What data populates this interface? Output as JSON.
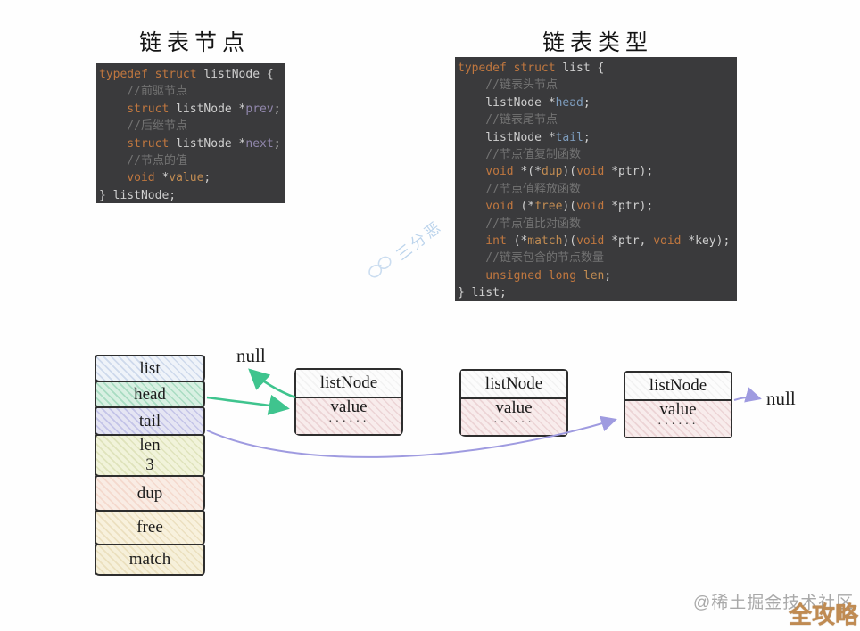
{
  "titles": {
    "left": "链表节点",
    "right": "链表类型"
  },
  "code_left": {
    "lines": [
      [
        [
          "k",
          "typedef struct"
        ],
        [
          "t",
          " listNode {"
        ]
      ],
      [
        [
          "c",
          "    //前驱节点"
        ]
      ],
      [
        [
          "k",
          "    struct"
        ],
        [
          "t",
          " listNode *"
        ],
        [
          "p",
          "prev"
        ],
        [
          "t",
          ";"
        ]
      ],
      [
        [
          "c",
          "    //后继节点"
        ]
      ],
      [
        [
          "k",
          "    struct"
        ],
        [
          "t",
          " listNode *"
        ],
        [
          "p",
          "next"
        ],
        [
          "t",
          ";"
        ]
      ],
      [
        [
          "c",
          "    //节点的值"
        ]
      ],
      [
        [
          "k",
          "    void"
        ],
        [
          "t",
          " *"
        ],
        [
          "o",
          "value"
        ],
        [
          "t",
          ";"
        ]
      ],
      [
        [
          "t",
          "} listNode;"
        ]
      ]
    ]
  },
  "code_right": {
    "lines": [
      [
        [
          "k",
          "typedef struct"
        ],
        [
          "t",
          " list {"
        ]
      ],
      [
        [
          "c",
          "    //链表头节点"
        ]
      ],
      [
        [
          "t",
          "    listNode *"
        ],
        [
          "b",
          "head"
        ],
        [
          "t",
          ";"
        ]
      ],
      [
        [
          "c",
          "    //链表尾节点"
        ]
      ],
      [
        [
          "t",
          "    listNode *"
        ],
        [
          "b",
          "tail"
        ],
        [
          "t",
          ";"
        ]
      ],
      [
        [
          "c",
          "    //节点值复制函数"
        ]
      ],
      [
        [
          "k",
          "    void"
        ],
        [
          "t",
          " *(*"
        ],
        [
          "o",
          "dup"
        ],
        [
          "t",
          ")("
        ],
        [
          "k",
          "void"
        ],
        [
          "t",
          " *ptr);"
        ]
      ],
      [
        [
          "c",
          "    //节点值释放函数"
        ]
      ],
      [
        [
          "k",
          "    void"
        ],
        [
          "t",
          " (*"
        ],
        [
          "o",
          "free"
        ],
        [
          "t",
          ")("
        ],
        [
          "k",
          "void"
        ],
        [
          "t",
          " *ptr);"
        ]
      ],
      [
        [
          "c",
          "    //节点值比对函数"
        ]
      ],
      [
        [
          "k",
          "    int"
        ],
        [
          "t",
          " (*"
        ],
        [
          "o",
          "match"
        ],
        [
          "t",
          ")("
        ],
        [
          "k",
          "void"
        ],
        [
          "t",
          " *ptr, "
        ],
        [
          "k",
          "void"
        ],
        [
          "t",
          " *key);"
        ]
      ],
      [
        [
          "c",
          "    //链表包含的节点数量"
        ]
      ],
      [
        [
          "k",
          "    unsigned long"
        ],
        [
          "t",
          " "
        ],
        [
          "o",
          "len"
        ],
        [
          "t",
          ";"
        ]
      ],
      [
        [
          "t",
          "} list;"
        ]
      ]
    ]
  },
  "watermark": {
    "text": "三分恶"
  },
  "diagram": {
    "stack": [
      {
        "label": "list"
      },
      {
        "label": "head"
      },
      {
        "label": "tail"
      },
      {
        "label": "len",
        "value": "3"
      },
      {
        "label": "dup"
      },
      {
        "label": "free"
      },
      {
        "label": "match"
      }
    ],
    "nodes": [
      {
        "title": "listNode",
        "value": "value",
        "dots": "······"
      },
      {
        "title": "listNode",
        "value": "value",
        "dots": "······"
      },
      {
        "title": "listNode",
        "value": "value",
        "dots": "······"
      }
    ],
    "null_top": "null",
    "null_right": "null"
  },
  "footer": {
    "credit": "@稀土掘金技术社区",
    "badge": "全攻略"
  },
  "colors": {
    "code_background": "#3a3a3c",
    "keyword": "#c0773f",
    "comment": "#737373",
    "member_prev_next": "#9187ac",
    "member_head_tail": "#7d9cbd",
    "member_other": "#c08b52",
    "arrow_green": "#3fc48e",
    "arrow_purple": "#9f9be0",
    "cell_head_fill": "#d8f0e2",
    "cell_tail_fill": "#e5e5f3",
    "node_value_fill": "#f8ecec"
  }
}
